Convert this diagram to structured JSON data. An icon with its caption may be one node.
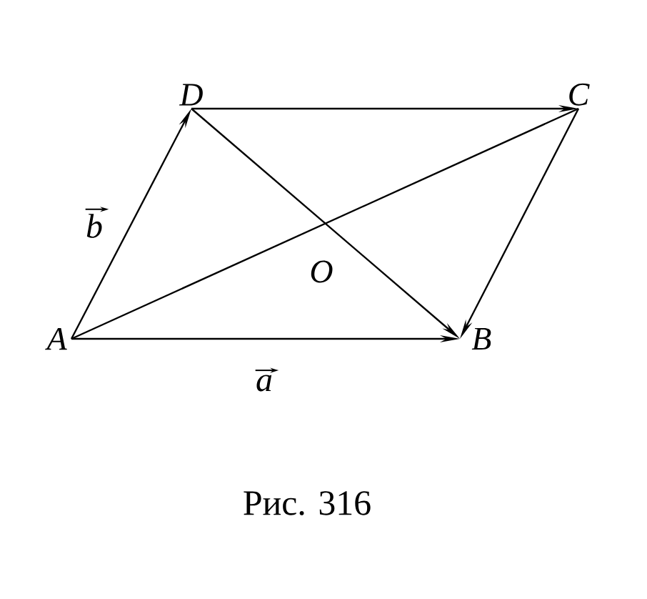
{
  "diagram": {
    "caption": "Рис. 316",
    "nodes": [
      {
        "text": [
          "A"
        ]
      },
      {
        "text": [
          "B"
        ]
      },
      {
        "text": [
          "C"
        ]
      },
      {
        "text": [
          "D"
        ]
      }
    ],
    "edges": [
      {
        "from": 0,
        "to": 3,
        "arrow": "to",
        "label": "b"
      },
      {
        "from": 0,
        "to": 1,
        "arrow": "to",
        "label": "a"
      },
      {
        "from": 3,
        "to": 2,
        "arrow": "to"
      },
      {
        "from": 2,
        "to": 1,
        "arrow": "to"
      },
      {
        "from": 3,
        "to": 1,
        "arrow": "to"
      },
      {
        "from": 0,
        "to": 2,
        "arrow": "none"
      }
    ],
    "labels": [
      "O"
    ]
  }
}
